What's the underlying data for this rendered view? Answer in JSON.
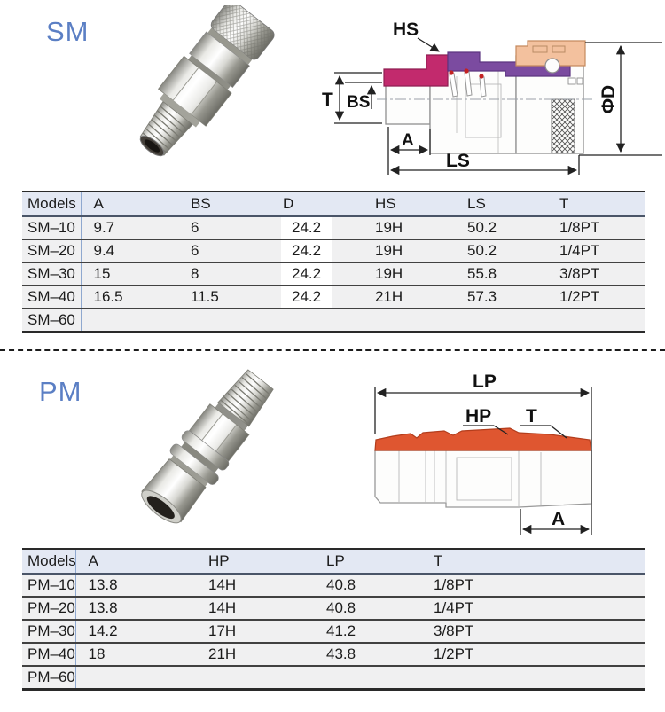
{
  "colors": {
    "section_label_blue": "#5b7fc4",
    "table_header_bg": "#e3e8f3",
    "table_row_bg": "#f0f0f1",
    "table_column_divider_blue": "#8fa8cf",
    "sm_sleeve_magenta": "#c22a6d",
    "sm_band_purple": "#7b4ba0",
    "sm_cap_peach": "#f3c19e",
    "sm_pin_red": "#c32222",
    "pm_band_orange": "#df5630"
  },
  "sm": {
    "label": "SM",
    "diagram": {
      "labels": {
        "hs": "HS",
        "t": "T",
        "bs": "BS",
        "a": "A",
        "ls": "LS",
        "phi_d": "ΦD"
      }
    },
    "table": {
      "headers": [
        "Models",
        "A",
        "BS",
        "D",
        "HS",
        "LS",
        "T"
      ],
      "rows": [
        [
          "SM–10",
          "9.7",
          "6",
          "24.2",
          "19H",
          "50.2",
          "1/8PT"
        ],
        [
          "SM–20",
          "9.4",
          "6",
          "24.2",
          "19H",
          "50.2",
          "1/4PT"
        ],
        [
          "SM–30",
          "15",
          "8",
          "24.2",
          "19H",
          "55.8",
          "3/8PT"
        ],
        [
          "SM–40",
          "16.5",
          "11.5",
          "24.2",
          "21H",
          "57.3",
          "1/2PT"
        ],
        [
          "SM–60",
          "",
          "",
          "",
          "",
          "",
          ""
        ]
      ],
      "patch_col": 3
    }
  },
  "pm": {
    "label": "PM",
    "diagram": {
      "labels": {
        "lp": "LP",
        "hp": "HP",
        "t": "T",
        "a": "A"
      }
    },
    "table": {
      "headers": [
        "Models",
        "A",
        "HP",
        "LP",
        "T"
      ],
      "rows": [
        [
          "PM–10",
          "13.8",
          "14H",
          "40.8",
          "1/8PT"
        ],
        [
          "PM–20",
          "13.8",
          "14H",
          "40.8",
          "1/4PT"
        ],
        [
          "PM–30",
          "14.2",
          "17H",
          "41.2",
          "3/8PT"
        ],
        [
          "PM–40",
          "18",
          "21H",
          "43.8",
          "1/2PT"
        ],
        [
          "PM–60",
          "",
          "",
          "",
          ""
        ]
      ],
      "patch_col": -1
    }
  }
}
